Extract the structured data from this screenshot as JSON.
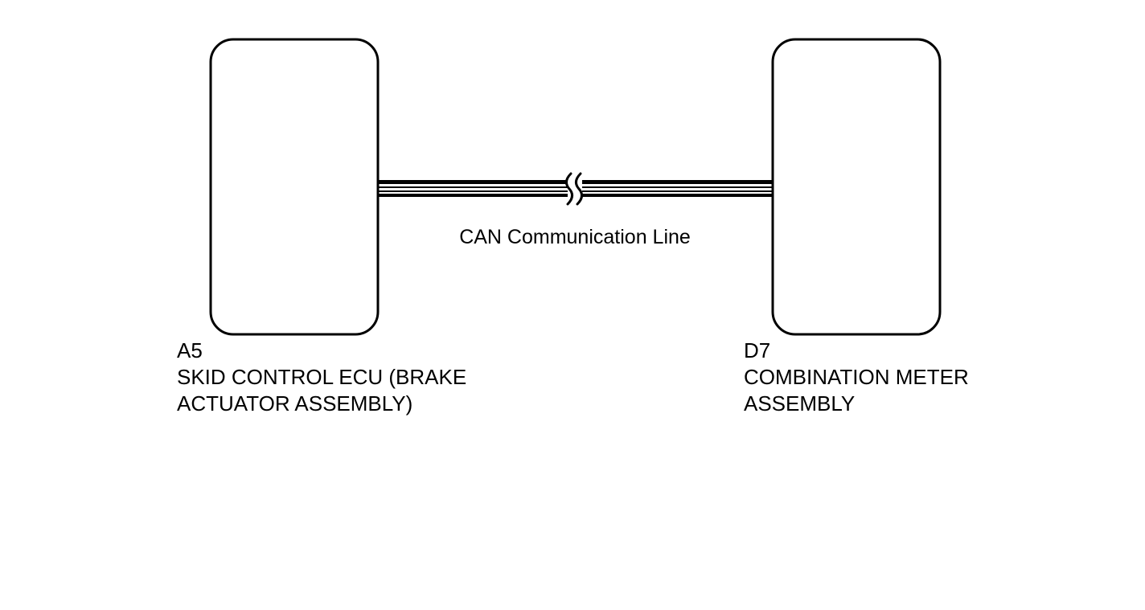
{
  "diagram": {
    "line_label": "CAN Communication Line",
    "left_component": {
      "code": "A5",
      "name_line1": "SKID CONTROL ECU (BRAKE",
      "name_line2": "ACTUATOR ASSEMBLY)"
    },
    "right_component": {
      "code": "D7",
      "name_line1": "COMBINATION METER",
      "name_line2": "ASSEMBLY"
    }
  }
}
